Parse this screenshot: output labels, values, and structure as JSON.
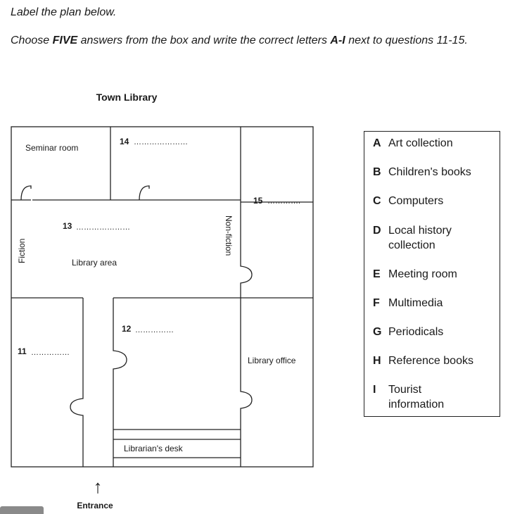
{
  "instructions": {
    "line1": "Label the plan below.",
    "line2_pre": "Choose ",
    "line2_bold1": "FIVE",
    "line2_mid": " answers from the box and write the correct letters ",
    "line2_bold2": "A-I",
    "line2_post": " next to questions 11-15."
  },
  "plan": {
    "title": "Town Library",
    "seminar_room": "Seminar room",
    "library_area": "Library area",
    "fiction": "Fiction",
    "non_fiction": "Non-fiction",
    "library_office": "Library office",
    "librarians_desk": "Librarian's desk",
    "entrance": "Entrance",
    "entrance_arrow": "↑",
    "q14": "14",
    "q13": "13",
    "q15": "15",
    "q12": "12",
    "q11": "11",
    "dots_long": "…………………",
    "dots_med": "………….",
    "dots_short": "……………"
  },
  "options": [
    {
      "letter": "A",
      "text": "Art collection"
    },
    {
      "letter": "B",
      "text": "Children's books"
    },
    {
      "letter": "C",
      "text": "Computers"
    },
    {
      "letter": "D",
      "text": "Local history collection"
    },
    {
      "letter": "E",
      "text": "Meeting room"
    },
    {
      "letter": "F",
      "text": "Multimedia"
    },
    {
      "letter": "G",
      "text": "Periodicals"
    },
    {
      "letter": "H",
      "text": "Reference books"
    },
    {
      "letter": "I",
      "text": "Tourist information"
    }
  ]
}
